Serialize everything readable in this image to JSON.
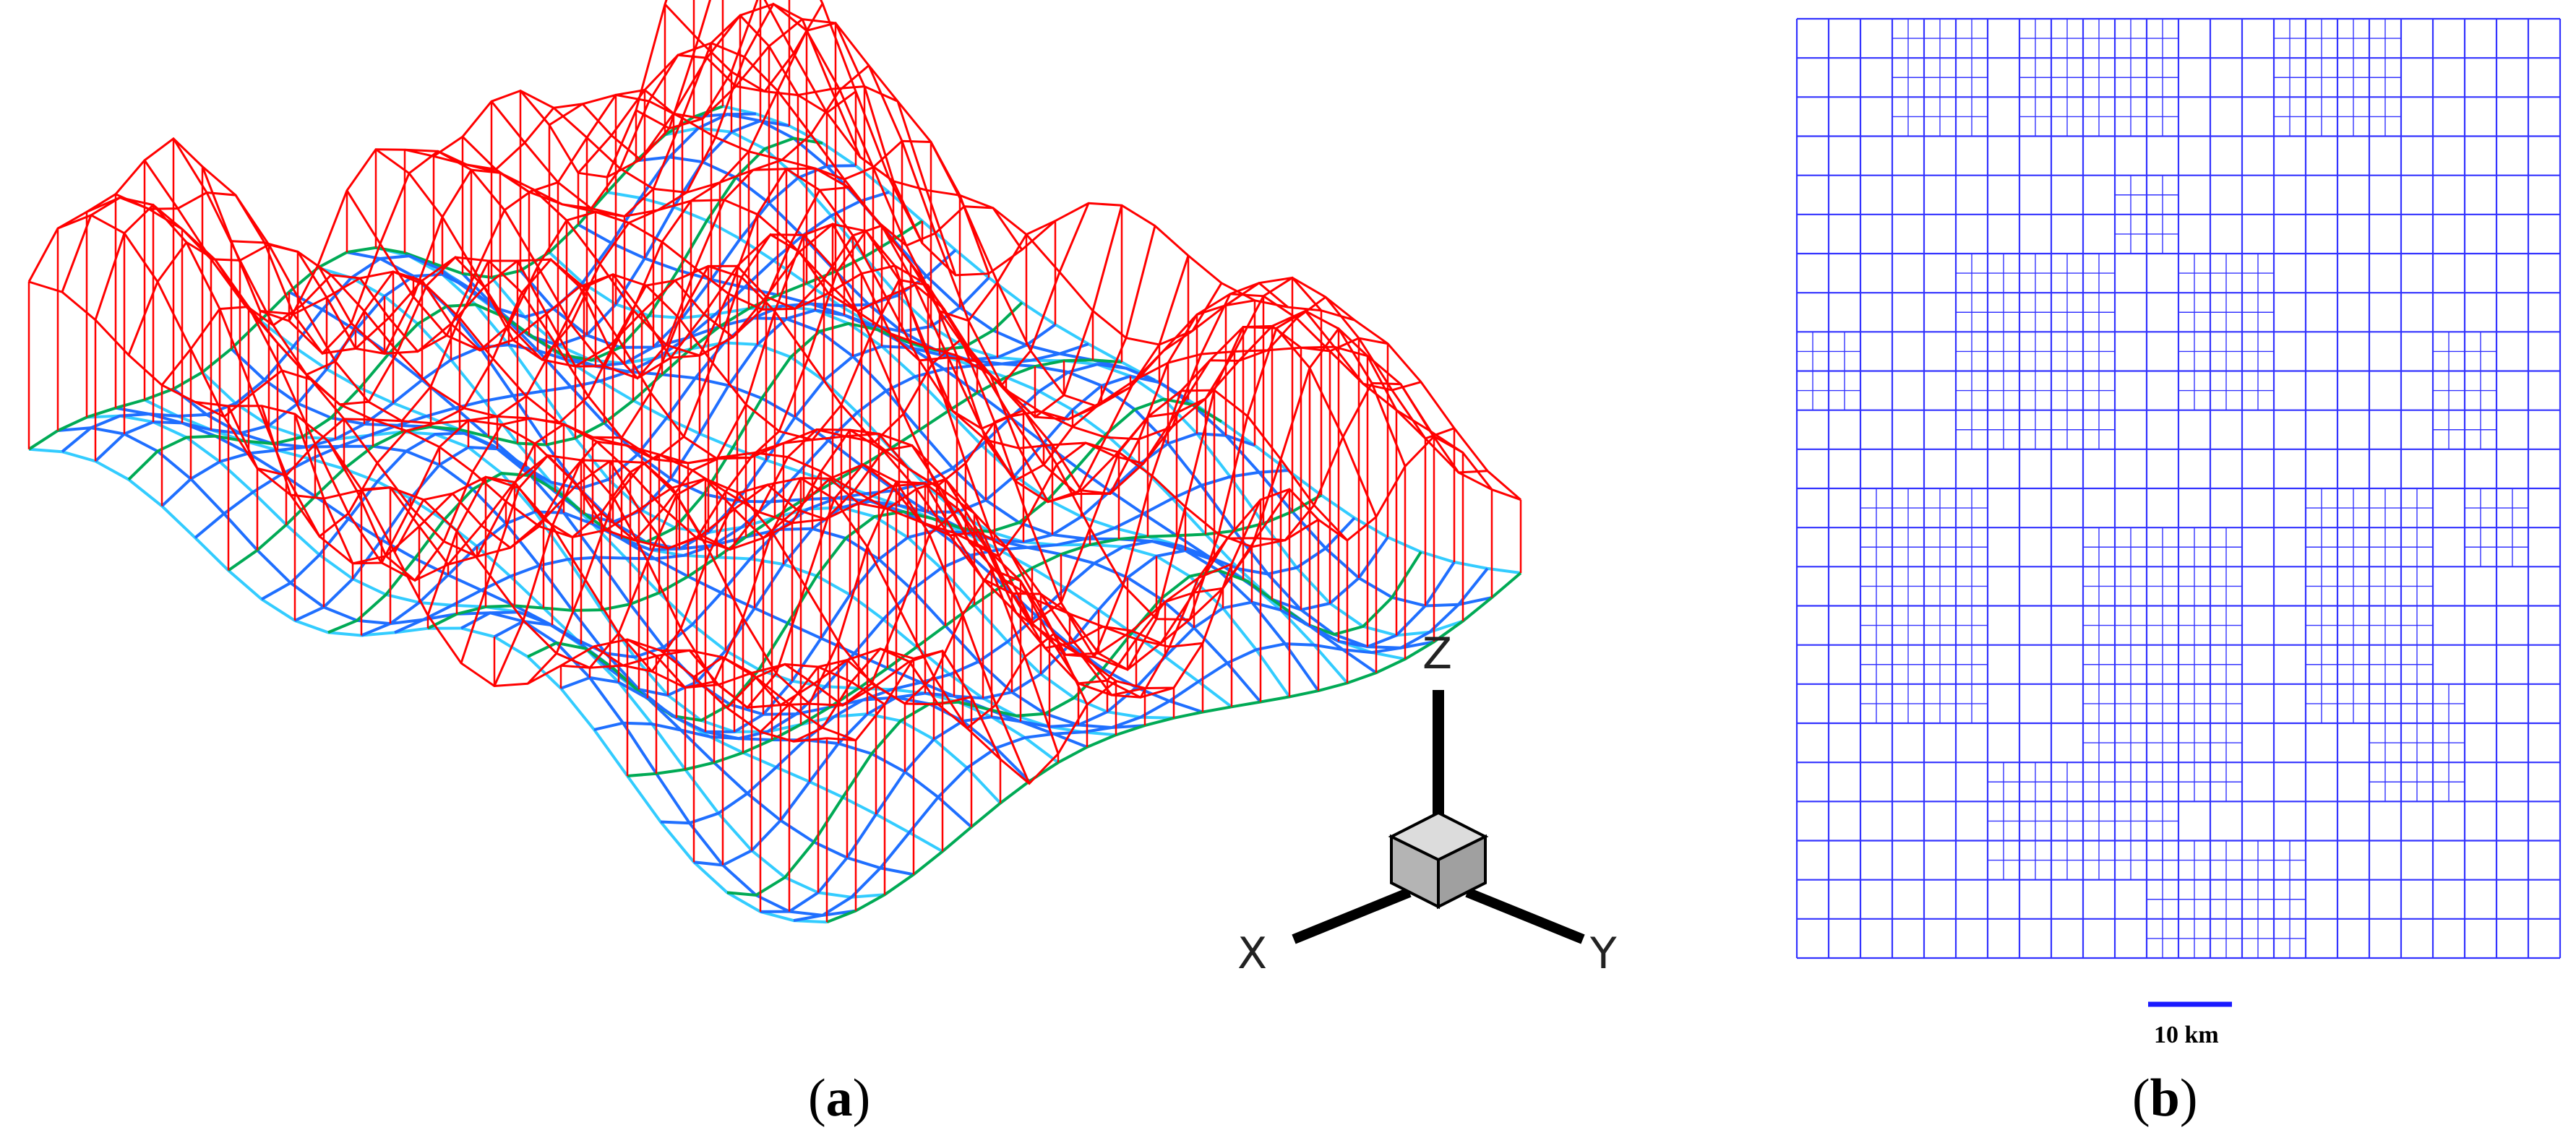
{
  "panels": [
    {
      "id": "a",
      "caption_open": "(",
      "caption_letter": "a",
      "caption_close": ")",
      "description_kind": "3d-wireframe-mesh",
      "axes": {
        "x": "X",
        "y": "Y",
        "z": "Z"
      },
      "colors": {
        "upper_mesh": "#ff0000",
        "lower_mesh": "#1f6fff",
        "fill": "#33ccff",
        "accent": "#00aa55",
        "gizmo_box": "#c8c8c8"
      }
    },
    {
      "id": "b",
      "caption_open": "(",
      "caption_letter": "b",
      "caption_close": ")",
      "description_kind": "2d-refined-quad-grid",
      "scale_bar_label": "10 km",
      "colors": {
        "grid": "#3333ff",
        "scale_bar": "#1a1aff"
      }
    }
  ]
}
